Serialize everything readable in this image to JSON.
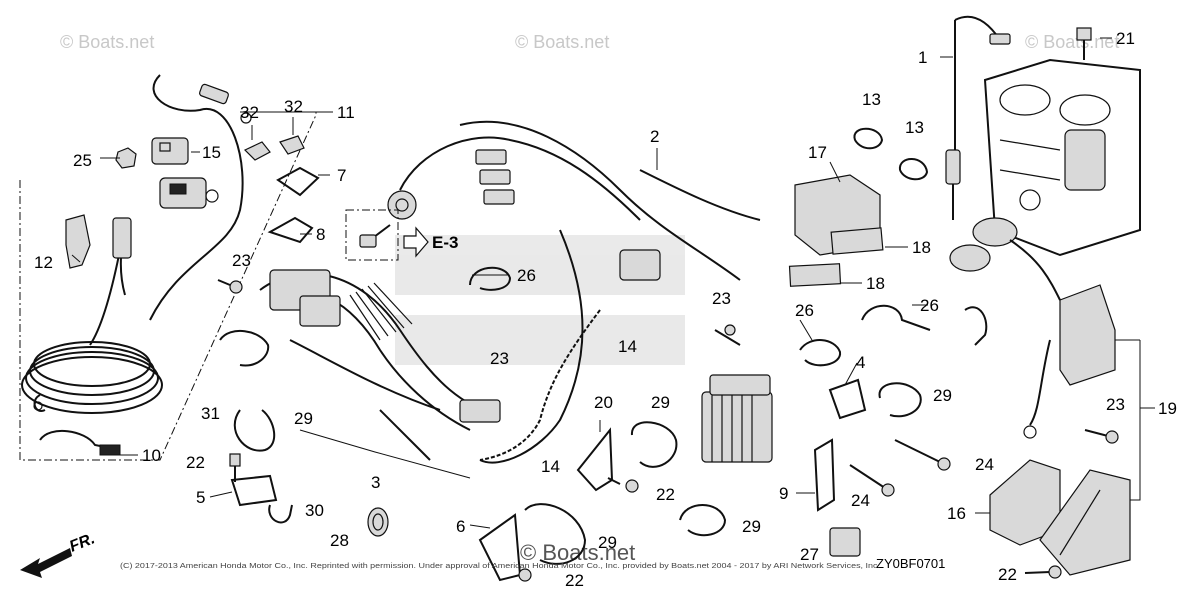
{
  "watermarks": [
    "© Boats.net",
    "© Boats.net",
    "© Boats.net",
    "© Boats.net"
  ],
  "direction_label": "FR.",
  "ref_label": "E-3",
  "diagram_code": "ZY0BF0701",
  "copyright": "(C) 2017-2013 American Honda Motor Co., Inc. Reprinted with permission. Under approval of American Honda Motor Co., Inc. provided by Boats.net 2004 - 2017 by ARI Network Services, Inc.",
  "callouts": {
    "c1": "1",
    "c2": "2",
    "c3": "3",
    "c4": "4",
    "c5": "5",
    "c6": "6",
    "c7": "7",
    "c8": "8",
    "c9": "9",
    "c10": "10",
    "c11": "11",
    "c12": "12",
    "c13a": "13",
    "c13b": "13",
    "c14a": "14",
    "c14b": "14",
    "c15": "15",
    "c16": "16",
    "c17": "17",
    "c18a": "18",
    "c18b": "18",
    "c19": "19",
    "c20": "20",
    "c21": "21",
    "c22a": "22",
    "c22b": "22",
    "c22c": "22",
    "c22d": "22",
    "c23a": "23",
    "c23b": "23",
    "c23c": "23",
    "c23d": "23",
    "c24a": "24",
    "c24b": "24",
    "c25": "25",
    "c26a": "26",
    "c26b": "26",
    "c27": "27",
    "c28": "28",
    "c29a": "29",
    "c29b": "29",
    "c29c": "29",
    "c29d": "29",
    "c29e": "29",
    "c30": "30",
    "c31": "31",
    "c32a": "32",
    "c32b": "32"
  }
}
